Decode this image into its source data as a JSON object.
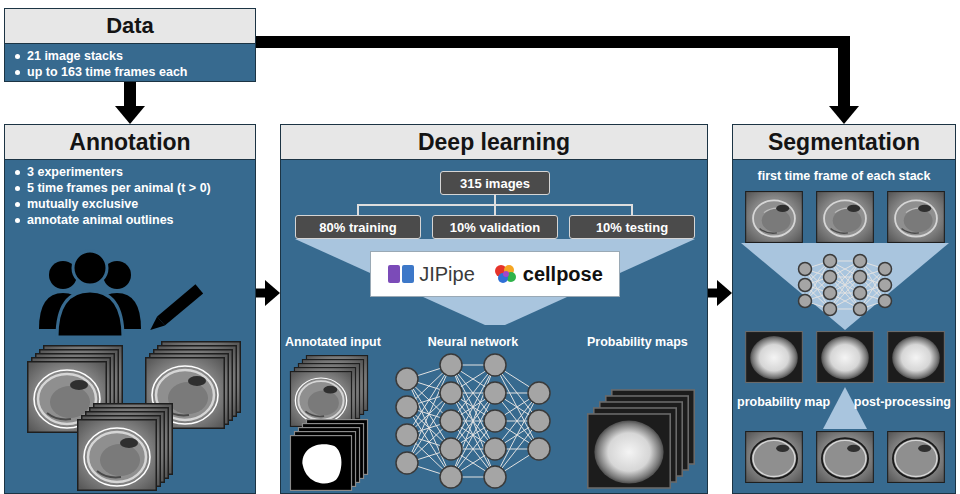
{
  "diagram": {
    "nodes": [
      {
        "text": [
          "Data",
          "21 image stacks",
          "up to 163 time frames each"
        ]
      },
      {
        "text": [
          "Annotation",
          "3 experimenters",
          "5 time frames per animal (t > 0)",
          "mutually exclusive",
          "annotate animal outlines"
        ]
      },
      {
        "text": [
          "Deep learning"
        ]
      },
      {
        "text": [
          "315 images"
        ],
        "in": 2
      },
      {
        "text": [
          "80% training"
        ],
        "in": 2
      },
      {
        "text": [
          "10% validation"
        ],
        "in": 2
      },
      {
        "text": [
          "10% testing"
        ],
        "in": 2
      },
      {
        "text": [
          "JIPipe",
          "cellpose"
        ],
        "in": 2
      },
      {
        "text": [
          "Segmentation"
        ]
      }
    ],
    "edges": [
      {
        "from": 0,
        "to": 1,
        "arrow": "to"
      },
      {
        "from": 0,
        "to": 8,
        "arrow": "to"
      },
      {
        "from": 1,
        "to": 2,
        "arrow": "to"
      },
      {
        "from": 2,
        "to": 8,
        "arrow": "to"
      },
      {
        "from": 3,
        "to": 4,
        "arrow": "none"
      },
      {
        "from": 3,
        "to": 5,
        "arrow": "none"
      },
      {
        "from": 3,
        "to": 6,
        "arrow": "none"
      }
    ],
    "labels": [
      "Annotated input",
      "Neural network",
      "Probability maps",
      "first time frame of each stack",
      "probability map",
      "post-processing"
    ]
  }
}
